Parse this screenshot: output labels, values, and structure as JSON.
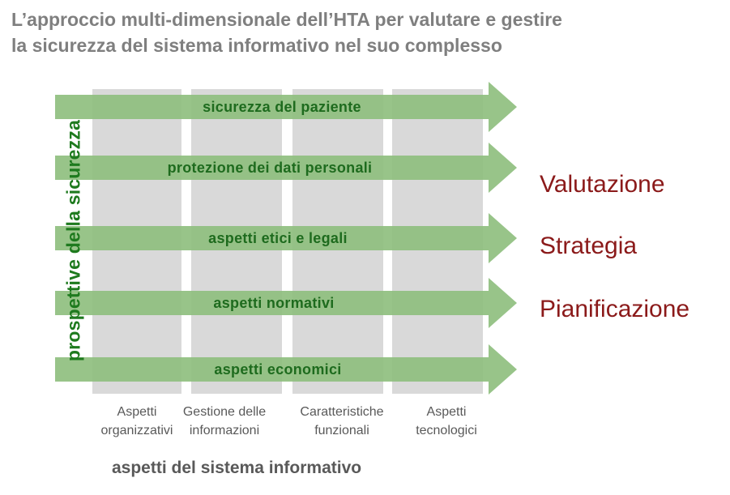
{
  "title": {
    "line1": "L’approccio multi-dimensionale dell’HTA per valutare e gestire",
    "line2": "la sicurezza del sistema informativo nel suo complesso"
  },
  "rows": [
    {
      "label": "sicurezza del paziente"
    },
    {
      "label": "protezione dei dati personali"
    },
    {
      "label": "aspetti etici e legali"
    },
    {
      "label": "aspetti normativi"
    },
    {
      "label": "aspetti economici"
    }
  ],
  "vertical_axis_label": "prospettive della sicurezza",
  "columns": [
    {
      "line1": "Aspetti",
      "line2": "organizzativi"
    },
    {
      "line1": "Gestione delle",
      "line2": "informazioni"
    },
    {
      "line1": "Caratteristiche",
      "line2": "funzionali"
    },
    {
      "line1": "Aspetti",
      "line2": "tecnologici"
    }
  ],
  "horizontal_axis_label": "aspetti del sistema informativo",
  "side_words": [
    "Valutazione",
    "Strategia",
    "Pianificazione"
  ],
  "colors": {
    "title": "#7f7f7f",
    "arrow_fill": "#8fbf7f",
    "arrow_text": "#1e6b1e",
    "column_fill": "#d9d9d9",
    "side_words": "#8b1a1a",
    "labels": "#595959"
  }
}
